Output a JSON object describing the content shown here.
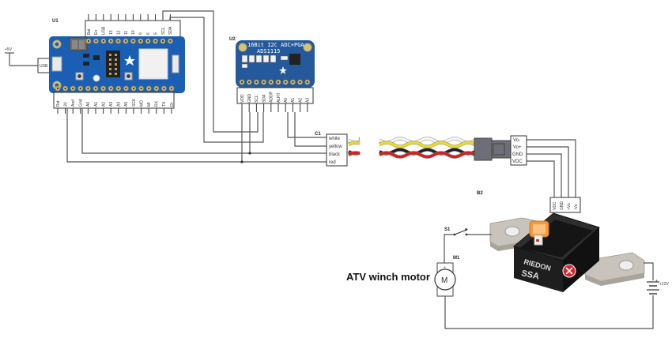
{
  "title": "ATV winch motor current sensing schematic",
  "components": {
    "u1": {
      "ref": "U1",
      "description": "Adafruit Feather board",
      "top_pins": [
        "Bat",
        "En",
        "USB",
        "13",
        "12",
        "11",
        "10",
        "9",
        "6",
        "5",
        "SCL",
        "SDA"
      ],
      "bottom_pins": [
        "Rst",
        "3V",
        "Aref",
        "Gnd",
        "A0",
        "A1",
        "A2",
        "A3",
        "A4",
        "A5",
        "SCK",
        "MO",
        "MI",
        "RX",
        "TX",
        "DI"
      ],
      "usb_label": "USB",
      "supply_label": "+5V"
    },
    "u2": {
      "ref": "U2",
      "board_title": "16Bit I2C ADC+PGA",
      "board_subtitle": "ADS1115",
      "pins": [
        "VDD",
        "GND",
        "SCL",
        "SDA",
        "ADDR",
        "ALRT",
        "A0",
        "A1",
        "A2",
        "A3"
      ]
    },
    "c1": {
      "ref": "C1",
      "pins": [
        "white",
        "yellow",
        "black",
        "red"
      ],
      "marker": "1"
    },
    "sensor_connector": {
      "pins": [
        "Vo-",
        "Vo+",
        "GND",
        "VDC"
      ]
    },
    "sensor": {
      "ref": "B2",
      "pins": [
        "VDC",
        "GND",
        "+Vo",
        "-Vo"
      ],
      "brand": "RIEDON",
      "model": "SSA"
    },
    "switch": {
      "ref": "S1"
    },
    "motor": {
      "ref": "M1",
      "symbol": "M",
      "caption": "ATV winch motor"
    },
    "battery": {
      "label": "+12V"
    }
  },
  "colors": {
    "feather_blue": "#1a5fb4",
    "ads_blue": "#245a9c",
    "wire": "#555555",
    "sensor_body": "#222222",
    "sensor_bar": "#c8c4bb",
    "connector_orange": "#f39a3c",
    "badge_red": "#d9242b",
    "cable_yellow": "#e8dc2a",
    "cable_red": "#d42020",
    "cable_black": "#222222",
    "cable_white": "#f4f4f4"
  }
}
